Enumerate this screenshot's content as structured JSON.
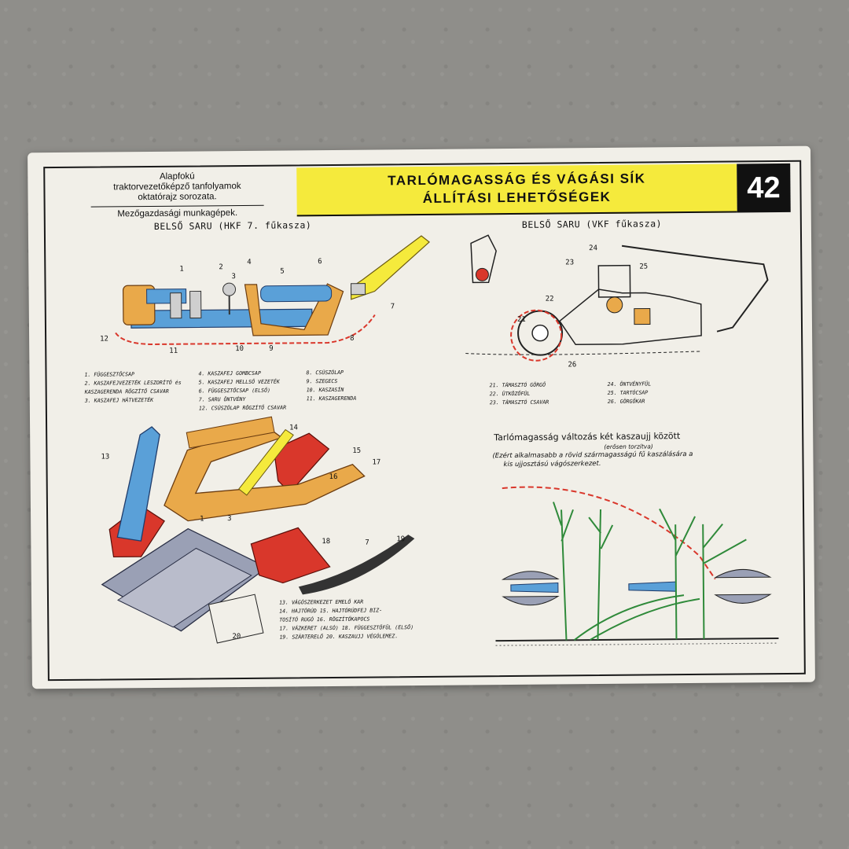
{
  "header": {
    "series_line1": "Alapfokú",
    "series_line2": "traktorvezetőképző tanfolyamok",
    "series_line3": "oktatórajz sorozata.",
    "series_line4": "Mezőgazdasági munkagépek.",
    "title_line1": "TARLÓMAGASSÁG ÉS VÁGÁSI SÍK",
    "title_line2": "ÁLLÍTÁSI LEHETŐSÉGEK",
    "sheet_number": "42"
  },
  "panel_hkf": {
    "caption": "BELSŐ SARU (HKF 7. fűkasza)",
    "callouts": [
      "1",
      "2",
      "3",
      "4",
      "5",
      "6",
      "7",
      "8",
      "9",
      "10",
      "11",
      "12"
    ],
    "legend_col1": [
      "1. FÜGGESZTŐCSAP",
      "2. KASZAFEJVEZETÉK LESZORÍTÓ és",
      "KASZAGERENDA RÖGZÍTŐ CSAVAR",
      "3. KASZAFEJ HÁTVEZETÉK"
    ],
    "legend_col2": [
      "4. KASZAFEJ GOMBCSAP",
      "5. KASZAFEJ MELLSŐ VEZETÉK",
      "6. FÜGGESZTŐCSAP (ELSŐ)",
      "7. SARU ÖNTVÉNY",
      "12. CSÚSZÓLAP RÖGZÍTŐ CSAVAR"
    ],
    "legend_col3": [
      "8. CSÚSZÓLAP",
      "9. SZEGECS",
      "10. KASZASÍN",
      "11. KASZAGERENDA"
    ]
  },
  "panel_vkf": {
    "caption": "BELSŐ SARU (VKF fűkasza)",
    "callouts": [
      "21",
      "22",
      "23",
      "24",
      "25",
      "26"
    ],
    "legend_col1": [
      "21. TÁMASZTÓ GÖRGŐ",
      "22. ÜTKÖZŐFÜL",
      "23. TÁMASZTÓ CSAVAR"
    ],
    "legend_col2": [
      "24. ÖNTVÉNYFÜL",
      "25. TARTÓCSAP",
      "26. GÖRGŐKAR"
    ]
  },
  "panel_iso": {
    "callouts": [
      "13",
      "14",
      "15",
      "16",
      "17",
      "18",
      "19",
      "20",
      "7",
      "1",
      "3"
    ],
    "legend": [
      "13. VÁGÓSZERKEZET EMELŐ KAR",
      "14. HAJTÓRÚD   15. HAJTÓRÚDFEJ BIZ-",
      "TOSÍTÓ RUGÓ  16. RÖGZÍTŐKAPOCS",
      "17. VÁZKERET (ALSÓ)  18. FÜGGESZTŐFÜL (ELSŐ)",
      "19. SZÁRTERELŐ   20. KASZAUJJ VÉGÓLEMEZ."
    ]
  },
  "panel_stubble": {
    "heading": "Tarlómagasság változás két kaszaujj között",
    "subheading": "(erősen torzítva)",
    "note_line1": "(Ezért alkalmasabb a rövid szármagasságú fű kaszálására a",
    "note_line2": "kis ujjosztású vágószerkezet."
  },
  "colors": {
    "title_yellow": "#f5ea3c",
    "casting_orange": "#e9a94a",
    "bar_blue": "#5aa0d8",
    "guard_red": "#d9372b",
    "knife_grey": "#9aa0b5",
    "grass_green": "#2f8a3a"
  }
}
